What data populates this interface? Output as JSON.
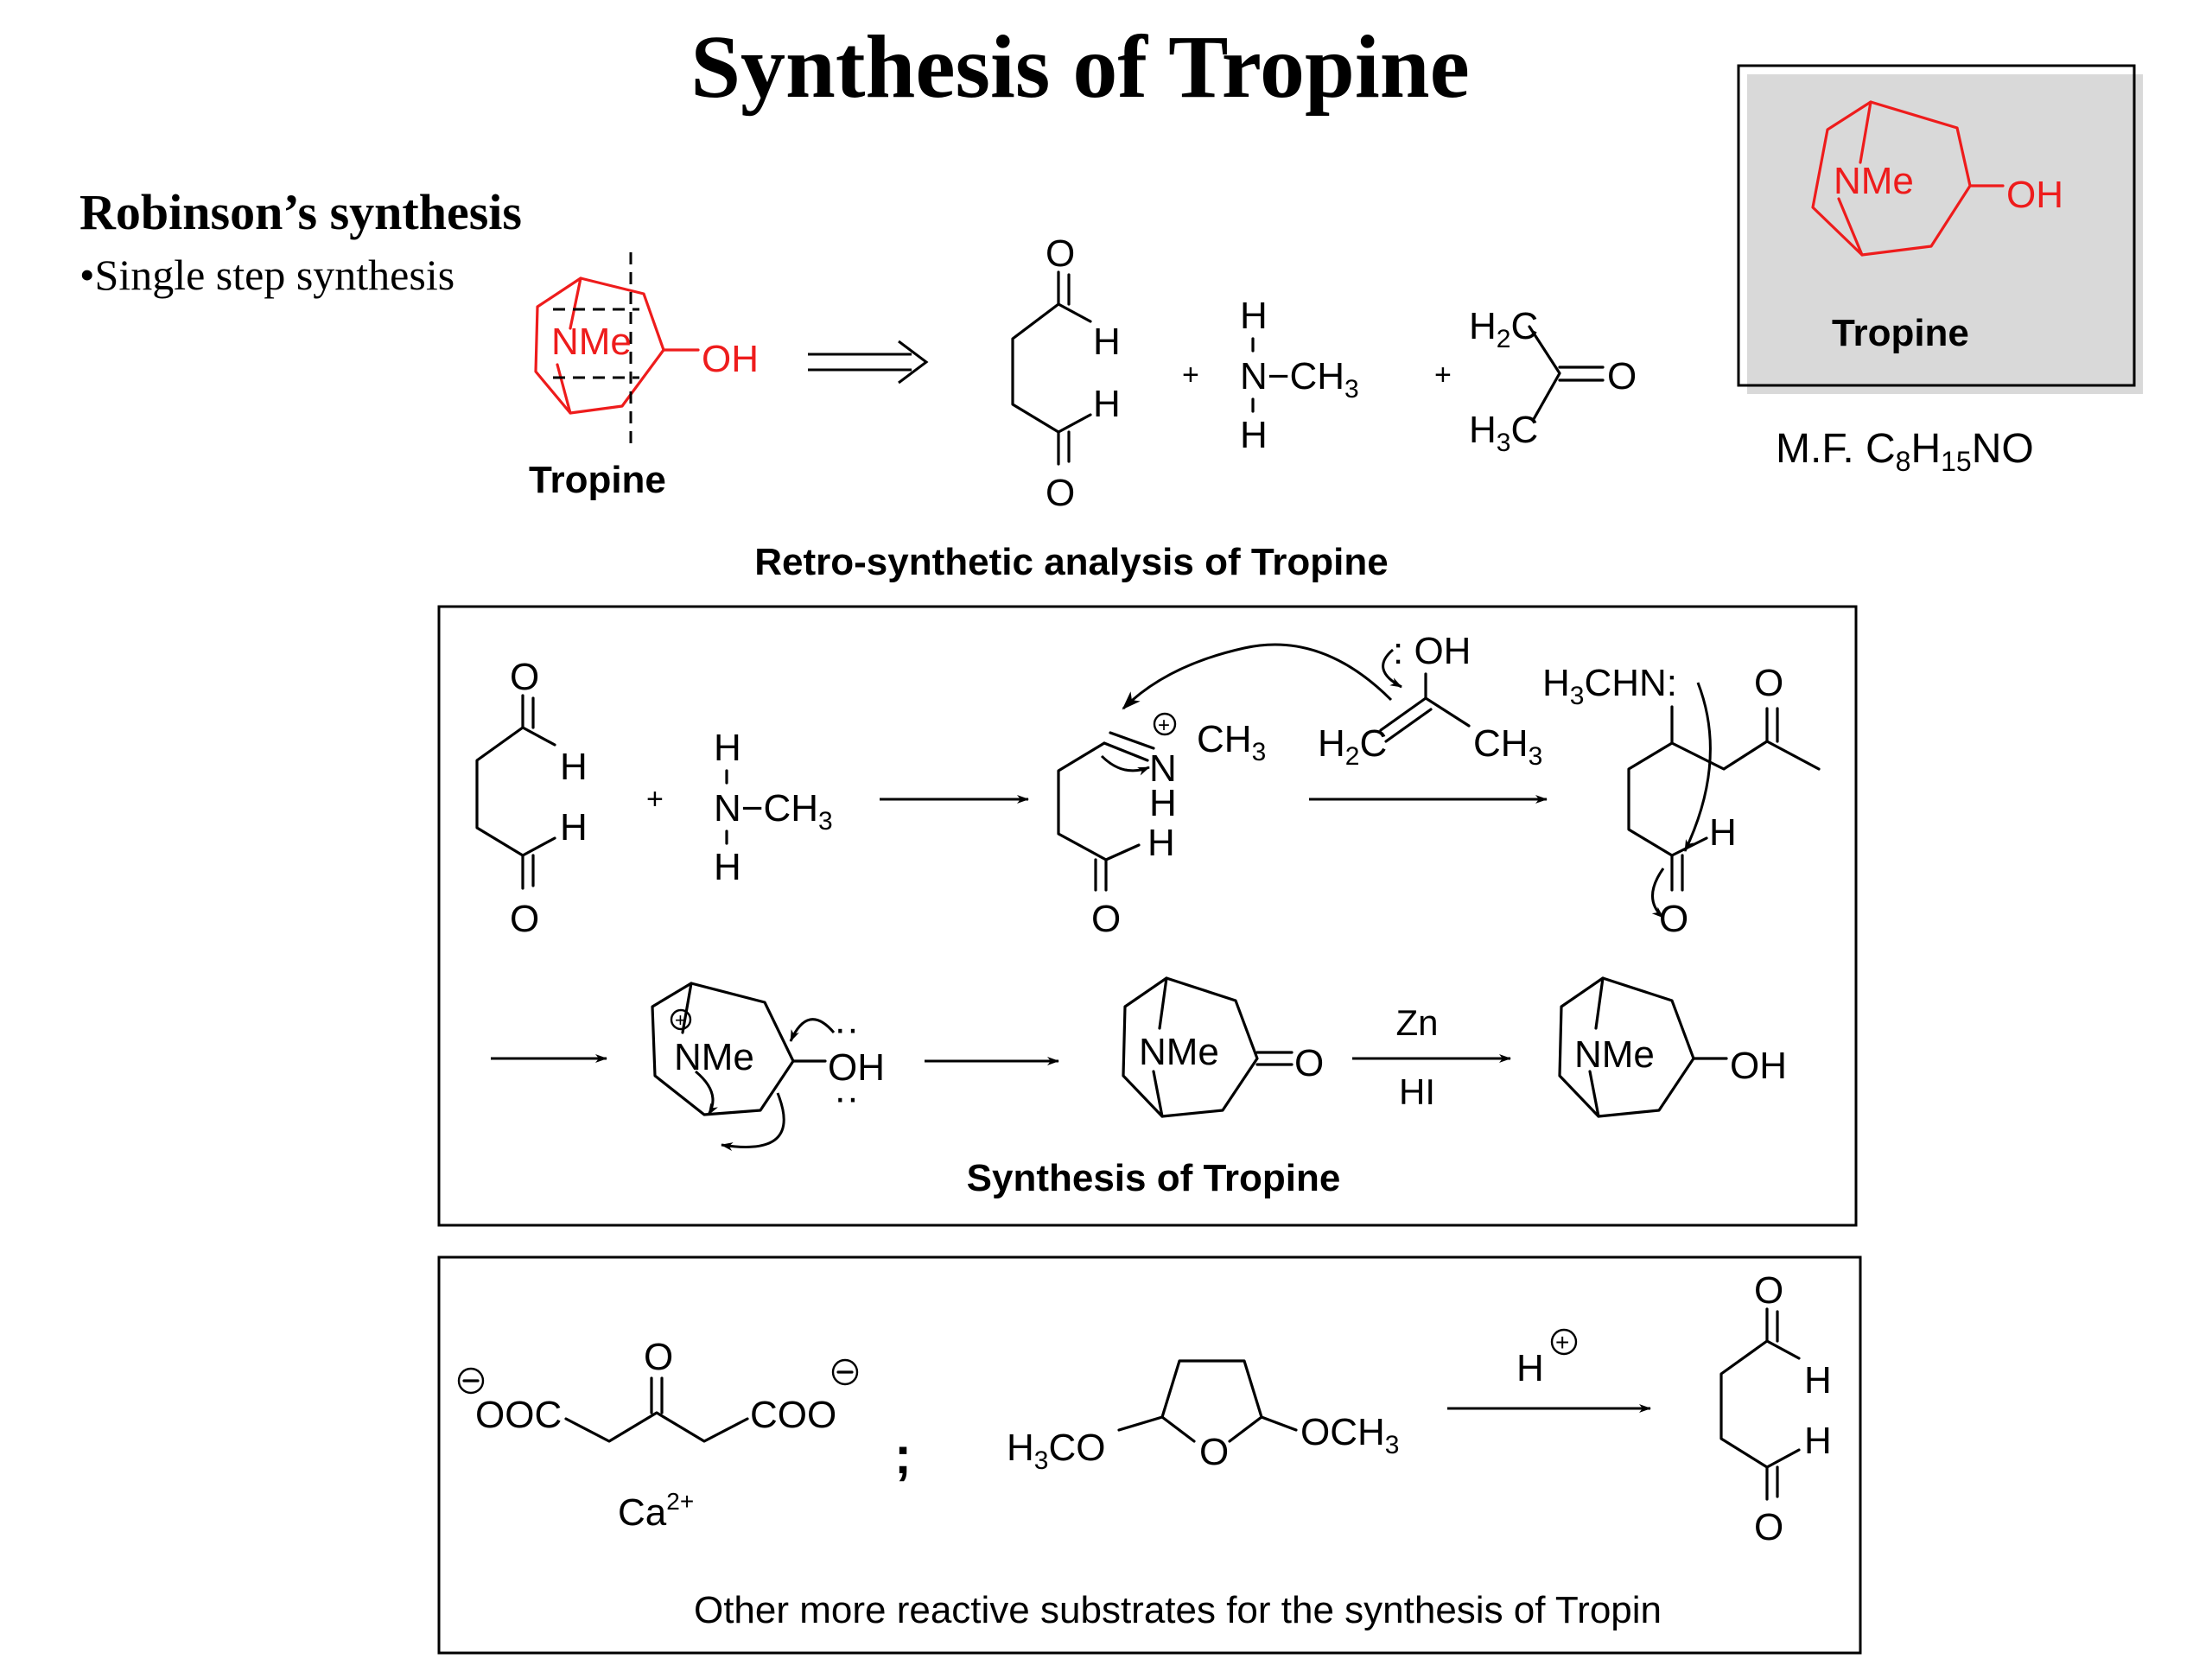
{
  "title": "Synthesis of Tropine",
  "heading": "Robinson’s synthesis",
  "bullet": "•Single step synthesis",
  "box_tropine": {
    "label": "Tropine",
    "nitrogen": "NMe",
    "hydroxyl": "OH",
    "formula_prefix": "M.F.",
    "formula_text": "C8H15NO"
  },
  "retro": {
    "target_label": "Tropine",
    "nitrogen": "NMe",
    "hydroxyl": "OH",
    "caption": "Retro-synthetic analysis of Tropine",
    "plus": "+",
    "methylamine": "N−CH3",
    "acetone_top": "H2C",
    "acetone_bottom": "H3C"
  },
  "synthesis": {
    "caption": "Synthesis of Tropine",
    "reagent_top": "Zn",
    "reagent_bottom": "HI",
    "enol": ": OH",
    "enol_ch2": "H2C",
    "enol_ch3": "CH3",
    "amine_label": "H3CHN",
    "iminium_ch3": "CH3",
    "tropinone_n": "NMe",
    "tropine_n": "NMe",
    "tropine_oh": "OH",
    "enolate_oh": "OH",
    "ketone_o": "O"
  },
  "substrates": {
    "caption": "Other more reactive substrates for the synthesis of Tropin",
    "left_group": "OOC",
    "right_group": "COO",
    "calcium": "Ca2+",
    "separator": ";",
    "methoxy_left": "H3CO",
    "methoxy_right": "OCH3",
    "acid": "H"
  },
  "colors": {
    "highlight": "#ee1c1c",
    "ink": "#000000"
  }
}
